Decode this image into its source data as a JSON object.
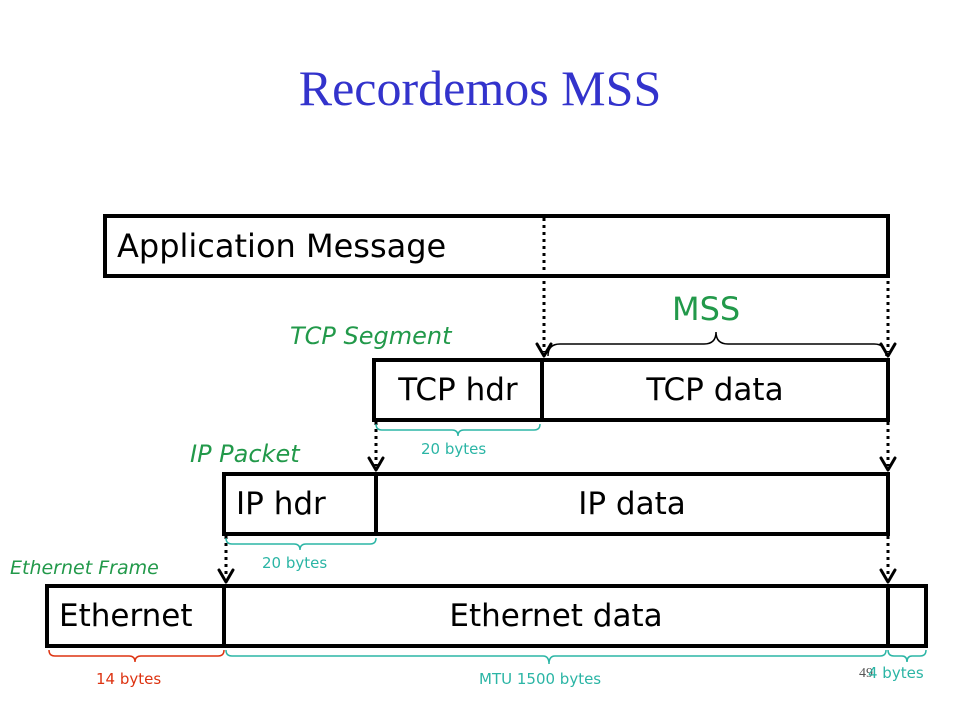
{
  "slide": {
    "title": "Recordemos MSS",
    "page_number": "49"
  },
  "layers": {
    "application": {
      "message": "Application Message"
    },
    "tcp": {
      "caption": "TCP Segment",
      "header": "TCP hdr",
      "data": "TCP data",
      "header_size": "20 bytes"
    },
    "ip": {
      "caption": "IP Packet",
      "header": "IP hdr",
      "data": "IP data",
      "header_size": "20 bytes"
    },
    "ethernet": {
      "caption": "Ethernet Frame",
      "header": "Ethernet",
      "data": "Ethernet data",
      "header_size": "14 bytes",
      "mtu": "MTU 1500 bytes",
      "trailer_size": "4 bytes"
    }
  },
  "mss_label": "MSS",
  "colors": {
    "title": "#3333cc",
    "caption": "#22994a",
    "header_brace": "#2bb5a5",
    "ethernet_header_brace": "#dd3311",
    "box_border": "#000000"
  }
}
